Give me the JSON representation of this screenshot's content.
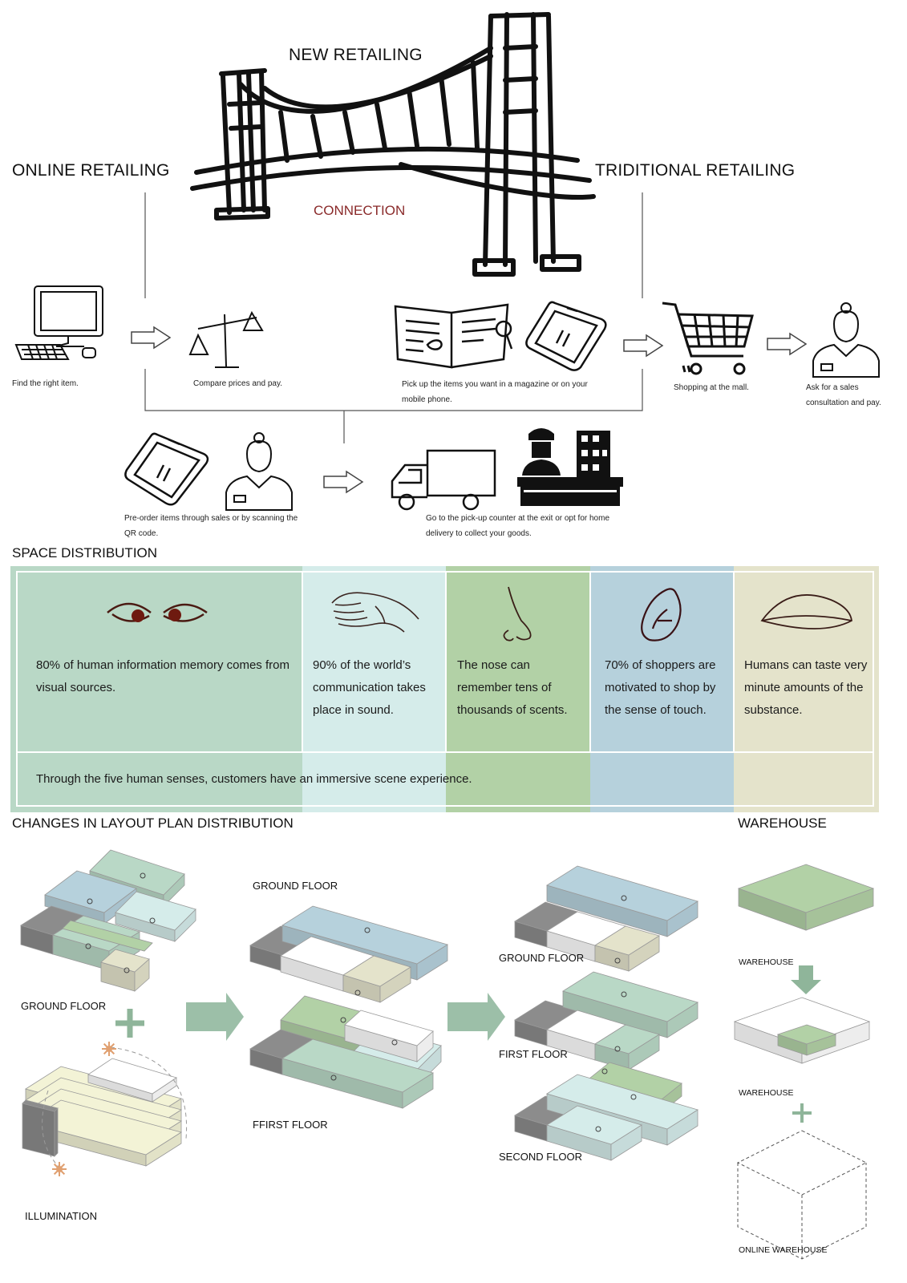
{
  "header": {
    "title": "NEW RETAILING",
    "left": "ONLINE RETAILING",
    "right": "TRIDITIONAL RETAILING",
    "connection": "CONNECTION"
  },
  "flow": {
    "steps": [
      {
        "icon": "computer-icon",
        "caption": "Find the right item."
      },
      {
        "icon": "scale-icon",
        "caption": "Compare prices and pay."
      },
      {
        "icon": "magazine-icon",
        "caption": "Pick up the items you want in a magazine or on your mobile phone."
      },
      {
        "icon": "shopping-cart-icon",
        "caption": "Shopping at the mall."
      },
      {
        "icon": "sales-assistant-icon",
        "caption": "Ask for a sales consultation and pay."
      }
    ],
    "bottom_steps": [
      {
        "icon": "phone-icon",
        "caption": "Pre-order items through sales or by scanning the QR code."
      },
      {
        "icon": "delivery-truck-icon",
        "caption": "Go to the pick-up counter at the exit or opt for home delivery to collect your goods."
      }
    ]
  },
  "space": {
    "title": "SPACE DISTRIBUTION",
    "senses": [
      {
        "icon": "eyes-icon",
        "color": "#b9d8c6",
        "text": "80% of human information memory comes from visual sources."
      },
      {
        "icon": "hand-icon",
        "color": "#d5ecea",
        "text": "90% of the world’s communication takes place in sound."
      },
      {
        "icon": "nose-icon",
        "color": "#b2d1a6",
        "text": "The nose can remember tens of thousands of scents."
      },
      {
        "icon": "ear-icon",
        "color": "#b6d1dc",
        "text": "70% of shoppers are motivated to shop by the sense of touch."
      },
      {
        "icon": "leaf-icon",
        "color": "#e4e3cb",
        "text": "Humans can taste very minute amounts of the substance."
      }
    ],
    "summary": "Through the five human senses, customers have an immersive scene experience."
  },
  "layout": {
    "title": "CHANGES IN LAYOUT PLAN DISTRIBUTION",
    "warehouse_title": "WAREHOUSE",
    "labels": {
      "ground_floor_1": "GROUND FLOOR",
      "illumination": "ILLUMINATION",
      "ground_floor_2": "GROUND FLOOR",
      "first_floor_2": "FFIRST FLOOR",
      "ground_floor_3": "GROUND FLOOR",
      "first_floor_3": "FIRST FLOOR",
      "second_floor_3": "SECOND FLOOR",
      "warehouse_1": "WAREHOUSE",
      "warehouse_2": "WAREHOUSE",
      "online_warehouse": "ONLINE WAREHOUSE"
    }
  }
}
